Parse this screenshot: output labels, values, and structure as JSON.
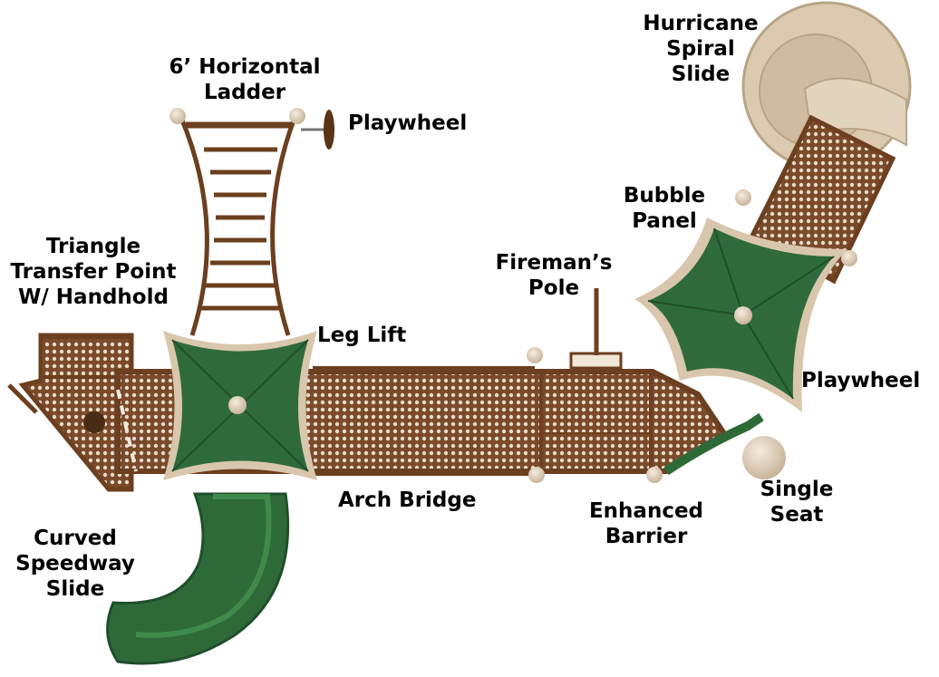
{
  "labels": {
    "hurricane_spiral_slide": [
      "Hurricane",
      "Spiral",
      "Slide"
    ],
    "horizontal_ladder": [
      "6’ Horizontal",
      "Ladder"
    ],
    "playwheel_top": [
      "Playwheel"
    ],
    "bubble_panel": [
      "Bubble",
      "Panel"
    ],
    "triangle_transfer_point": [
      "Triangle",
      "Transfer Point",
      "W/ Handhold"
    ],
    "firemans_pole": [
      "Fireman’s",
      "Pole"
    ],
    "leg_lift": [
      "Leg Lift"
    ],
    "playwheel_right": [
      "Playwheel"
    ],
    "arch_bridge": [
      "Arch Bridge"
    ],
    "enhanced_barrier": [
      "Enhanced",
      "Barrier"
    ],
    "single_seat": [
      "Single",
      "Seat"
    ],
    "curved_speedway_slide": [
      "Curved",
      "Speedway",
      "Slide"
    ]
  },
  "colors": {
    "roof_green": "#2f6b3a",
    "roof_green_dark": "#1f4f2a",
    "tan": "#d9c7ad",
    "frame_brown": "#6b3f1f",
    "deck_brown": "#7a4a2a",
    "slide_green": "#2e6a38"
  }
}
